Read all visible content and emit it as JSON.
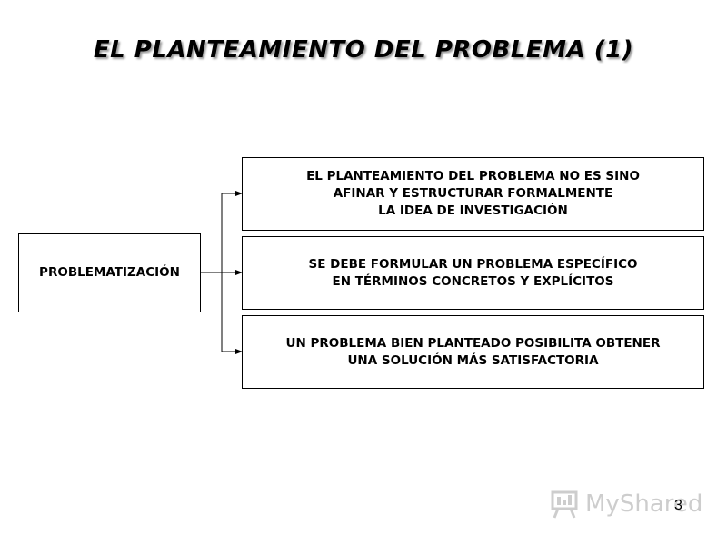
{
  "title": "EL PLANTEAMIENTO DEL PROBLEMA (1)",
  "source_box": "PROBLEMATIZACIÓN",
  "targets": [
    "EL PLANTEAMIENTO DEL PROBLEMA NO ES SINO\nAFINAR Y ESTRUCTURAR FORMALMENTE\nLA IDEA DE INVESTIGACIÓN",
    "SE DEBE FORMULAR UN PROBLEMA ESPECÍFICO\nEN TÉRMINOS CONCRETOS Y EXPLÍCITOS",
    "UN PROBLEMA BIEN PLANTEADO POSIBILITA OBTENER\nUNA SOLUCIÓN MÁS SATISFACTORIA"
  ],
  "watermark": "MyShared",
  "page_number": "3"
}
